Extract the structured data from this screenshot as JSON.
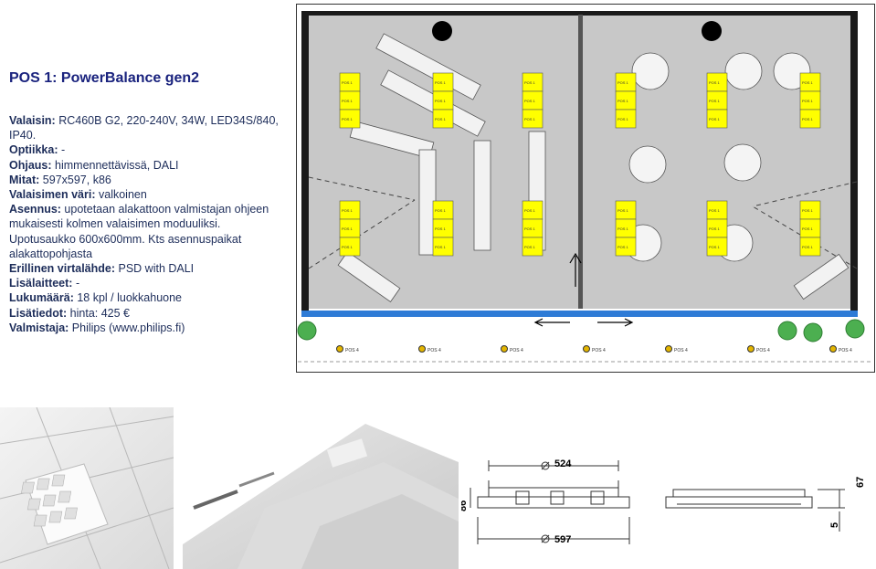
{
  "title": "POS 1: PowerBalance gen2",
  "spec": [
    {
      "label": "Valaisin:",
      "value": " RC460B G2, 220-240V, 34W, LED34S/840, IP40."
    },
    {
      "label": "Optiikka:",
      "value": " -"
    },
    {
      "label": "Ohjaus:",
      "value": " himmennettävissä, DALI"
    },
    {
      "label": "Mitat:",
      "value": " 597x597, k86"
    },
    {
      "label": "Valaisimen väri:",
      "value": " valkoinen"
    },
    {
      "label": "Asennus:",
      "value": " upotetaan alakattoon valmistajan ohjeen mukaisesti kolmen valaisimen moduuliksi. Upotusaukko 600x600mm. Kts asennuspaikat alakattopohjasta"
    },
    {
      "label": "Erillinen virtalähde:",
      "value": " PSD with DALI"
    },
    {
      "label": "Lisälaitteet:",
      "value": " -"
    },
    {
      "label": "Lukumäärä:",
      "value": " 18 kpl / luokkahuone"
    },
    {
      "label": "Lisätiedot:",
      "value": " hinta: 425 €"
    },
    {
      "label": "Valmistaja:",
      "value": " Philips (www.philips.fi)"
    }
  ],
  "floor_plan": {
    "fixture_label": "POS 1",
    "outdoor_label": "POS 4",
    "colors": {
      "fixture": "#ffff00",
      "floor": "#c8c8c8",
      "wall": "#1a1a1a",
      "window": "#2e7bd6",
      "tree": "#4caf50"
    }
  },
  "drawing": {
    "top_dim": "524",
    "bottom_dim": "597",
    "height_dim": "86",
    "right_top_dim": "67",
    "right_bottom_dim": "5"
  }
}
